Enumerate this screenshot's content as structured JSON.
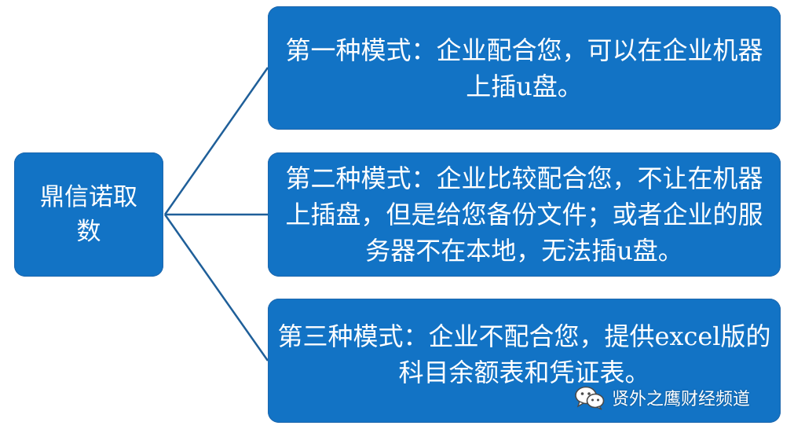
{
  "diagram": {
    "root": {
      "label": "鼎信诺取数"
    },
    "branches": [
      {
        "label": "第一种模式：企业配合您，可以在企业机器上插u盘。"
      },
      {
        "label": "第二种模式：企业比较配合您，不让在机器上插盘，但是给您备份文件；或者企业的服务器不在本地，无法插u盘。"
      },
      {
        "label": "第三种模式：企业不配合您，提供excel版的科目余额表和凭证表。"
      }
    ],
    "colors": {
      "node_fill": "#1273c5",
      "connector": "#1f5f99",
      "text": "#ffffff"
    }
  },
  "watermark": {
    "icon": "wechat-icon",
    "text": "贤外之鹰财经频道"
  }
}
